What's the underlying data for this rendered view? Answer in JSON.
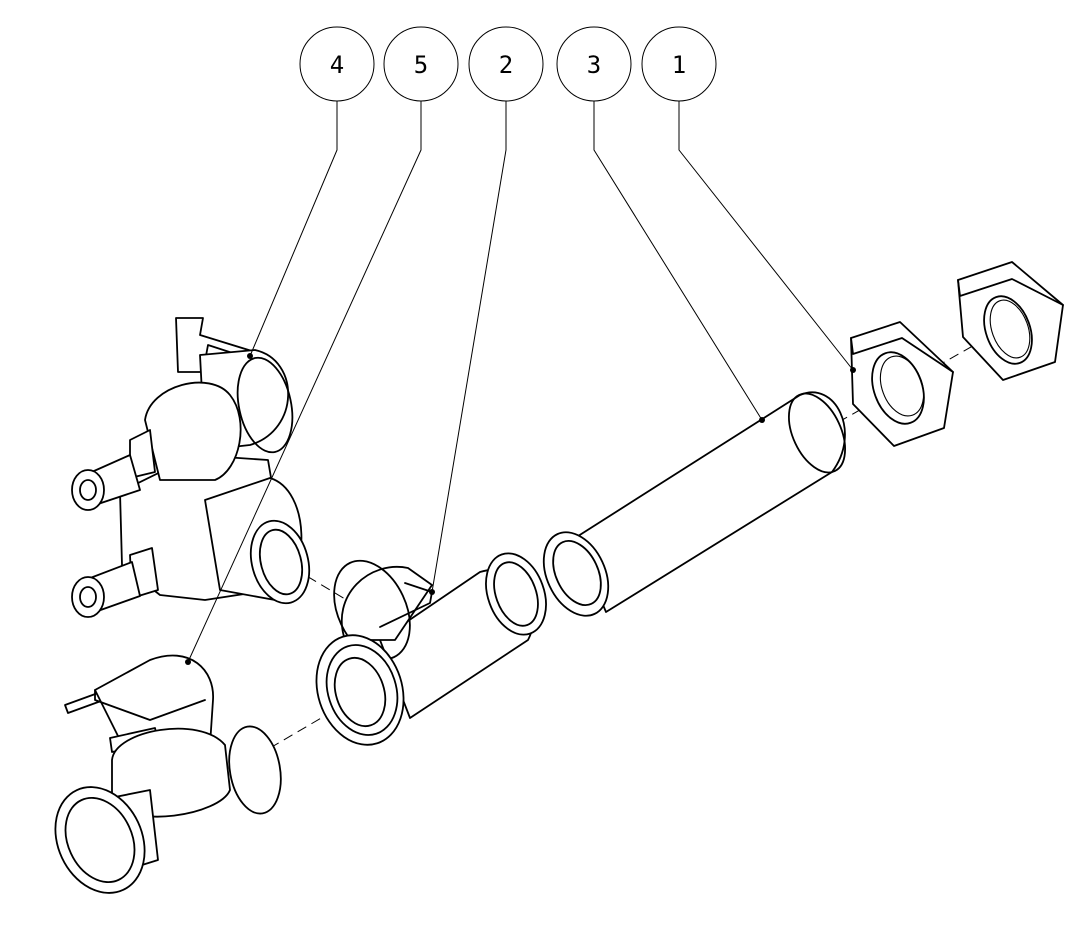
{
  "callouts": [
    {
      "number": "4"
    },
    {
      "number": "5"
    },
    {
      "number": "2"
    },
    {
      "number": "3"
    },
    {
      "number": "1"
    }
  ]
}
